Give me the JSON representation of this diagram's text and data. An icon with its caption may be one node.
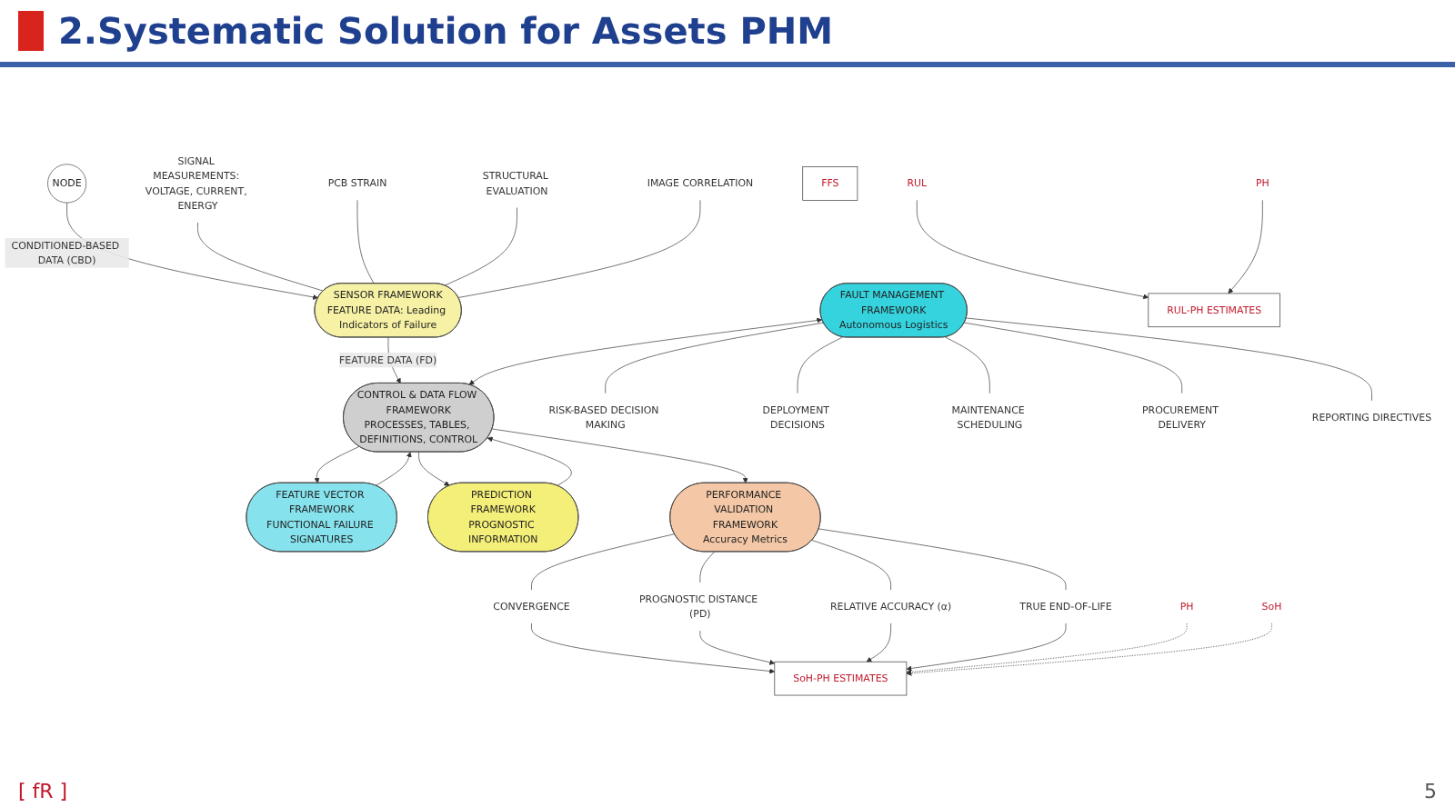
{
  "diagram": {
    "title": "2.Systematic Solution for Assets PHM",
    "nodes": [
      {
        "text": [
          "SENSOR FRAMEWORK",
          "FEATURE DATA: Leading Indicators of Failure"
        ]
      },
      {
        "text": [
          "FAULT MANAGEMENT FRAMEWORK",
          "Autonomous Logistics"
        ]
      },
      {
        "text": [
          "CONTROL & DATA FLOW FRAMEWORK",
          "PROCESSES, TABLES, DEFINITIONS, CONTROL"
        ]
      },
      {
        "text": [
          "PERFORMANCE VALIDATION FRAMEWORK",
          "Accuracy Metrics"
        ]
      },
      {
        "text": [
          "FEATURE VECTOR FRAMEWORK",
          "FUNCTIONAL FAILURE SIGNATURES"
        ]
      },
      {
        "text": [
          "PREDICTION FRAMEWORK",
          "PROGNOSTIC INFORMATION"
        ]
      },
      {
        "text": [
          "NODE"
        ]
      },
      {
        "text": [
          "SIGNAL MEASUREMENTS: VOLTAGE, CURRENT, ENERGY"
        ]
      },
      {
        "text": [
          "PCB STRAIN"
        ]
      },
      {
        "text": [
          "STRUCTURAL EVALUATION"
        ]
      },
      {
        "text": [
          "IMAGE CORRELATION"
        ]
      },
      {
        "text": [
          "RISK-BASED DECISION MAKING"
        ]
      },
      {
        "text": [
          "DEPLOYMENT DECISIONS"
        ]
      },
      {
        "text": [
          "MAINTENANCE SCHEDULING"
        ]
      },
      {
        "text": [
          "PROCUREMENT DELIVERY"
        ]
      },
      {
        "text": [
          "REPORTING DIRECTIVES"
        ]
      },
      {
        "text": [
          "CONVERGENCE"
        ]
      },
      {
        "text": [
          "PROGNOSTIC DISTANCE (PD)"
        ]
      },
      {
        "text": [
          "RELATIVE ACCURACY (α)"
        ]
      },
      {
        "text": [
          "TRUE END-OF-LIFE"
        ]
      },
      {
        "text": [
          "RUL-PH ESTIMATES"
        ]
      },
      {
        "text": [
          "SoH-PH ESTIMATES"
        ]
      },
      {
        "text": [
          "FFS"
        ]
      },
      {
        "text": [
          "RUL"
        ]
      },
      {
        "text": [
          "PH"
        ]
      },
      {
        "text": [
          "PH"
        ]
      },
      {
        "text": [
          "SoH"
        ]
      }
    ],
    "edges": [
      {
        "from": 6,
        "to": 0,
        "arrow": "to",
        "label": "CONDITIONED-BASED DATA (CBD)"
      },
      {
        "from": 0,
        "to": 2,
        "arrow": "to",
        "label": "FEATURE DATA (FD)"
      },
      {
        "from": 2,
        "to": 1,
        "arrow": "both"
      },
      {
        "from": 2,
        "to": 3,
        "arrow": "to"
      },
      {
        "from": 2,
        "to": 4,
        "arrow": "to"
      },
      {
        "from": 4,
        "to": 2,
        "arrow": "to"
      },
      {
        "from": 2,
        "to": 5,
        "arrow": "to"
      },
      {
        "from": 5,
        "to": 2,
        "arrow": "to"
      },
      {
        "from": 7,
        "to": 0,
        "arrow": "none"
      },
      {
        "from": 8,
        "to": 0,
        "arrow": "none"
      },
      {
        "from": 9,
        "to": 0,
        "arrow": "none"
      },
      {
        "from": 10,
        "to": 0,
        "arrow": "none"
      },
      {
        "from": 11,
        "to": 1,
        "arrow": "none"
      },
      {
        "from": 12,
        "to": 1,
        "arrow": "none"
      },
      {
        "from": 13,
        "to": 1,
        "arrow": "none"
      },
      {
        "from": 14,
        "to": 1,
        "arrow": "none"
      },
      {
        "from": 15,
        "to": 1,
        "arrow": "none"
      },
      {
        "from": 16,
        "to": 3,
        "arrow": "none"
      },
      {
        "from": 17,
        "to": 3,
        "arrow": "none"
      },
      {
        "from": 18,
        "to": 3,
        "arrow": "none"
      },
      {
        "from": 19,
        "to": 3,
        "arrow": "none"
      },
      {
        "from": 16,
        "to": 21,
        "arrow": "to"
      },
      {
        "from": 17,
        "to": 21,
        "arrow": "to"
      },
      {
        "from": 18,
        "to": 21,
        "arrow": "to"
      },
      {
        "from": 19,
        "to": 21,
        "arrow": "to"
      },
      {
        "from": 23,
        "to": 20,
        "arrow": "to"
      },
      {
        "from": 24,
        "to": 20,
        "arrow": "to"
      },
      {
        "from": 25,
        "to": 21,
        "arrow": "to",
        "style": "dashed"
      },
      {
        "from": 26,
        "to": 21,
        "arrow": "to",
        "style": "dashed"
      }
    ],
    "labels": [
      "[ fR ]",
      "5"
    ]
  }
}
